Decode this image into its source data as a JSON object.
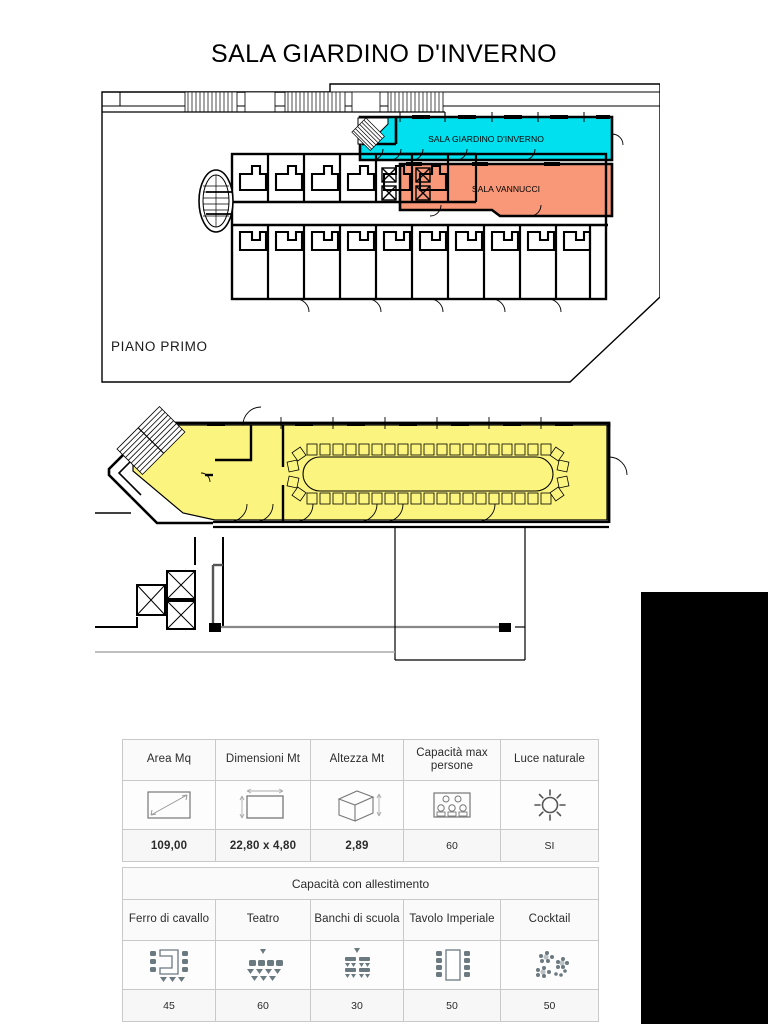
{
  "title": "SALA GIARDINO D'INVERNO",
  "floor_plans": {
    "first_floor": {
      "label": "PIANO PRIMO",
      "rooms": [
        {
          "name": "SALA GIARDINO D'INVERNO",
          "color": "#00E0EE"
        },
        {
          "name": "SALA VANNUCCI",
          "color": "#F89878"
        }
      ]
    },
    "ground_floor": {
      "highlight_color": "#FBF47E",
      "setup": "oval-conference-table"
    }
  },
  "colors": {
    "cyan_room": "#00E0EE",
    "salmon_room": "#F89878",
    "yellow_room": "#FBF47E",
    "wall_line": "#000000",
    "table_border": "#c9c9c9",
    "black_block": "#000000"
  },
  "spec_table": {
    "headers": [
      "Area Mq",
      "Dimensioni Mt",
      "Altezza Mt",
      "Capacità max persone",
      "Luce naturale"
    ],
    "icons": [
      "area-diagonal-icon",
      "dimensions-rect-icon",
      "height-cube-icon",
      "max-people-icon",
      "sun-icon"
    ],
    "values": [
      "109,00",
      "22,80 x 4,80",
      "2,89",
      "60",
      "SI"
    ]
  },
  "setup_table": {
    "section_title": "Capacità con allestimento",
    "headers": [
      "Ferro di cavallo",
      "Teatro",
      "Banchi di scuola",
      "Tavolo Imperiale",
      "Cocktail"
    ],
    "icons": [
      "horseshoe-layout-icon",
      "theatre-layout-icon",
      "classroom-layout-icon",
      "imperial-table-layout-icon",
      "cocktail-layout-icon"
    ],
    "values": [
      "45",
      "60",
      "30",
      "50",
      "50"
    ]
  }
}
